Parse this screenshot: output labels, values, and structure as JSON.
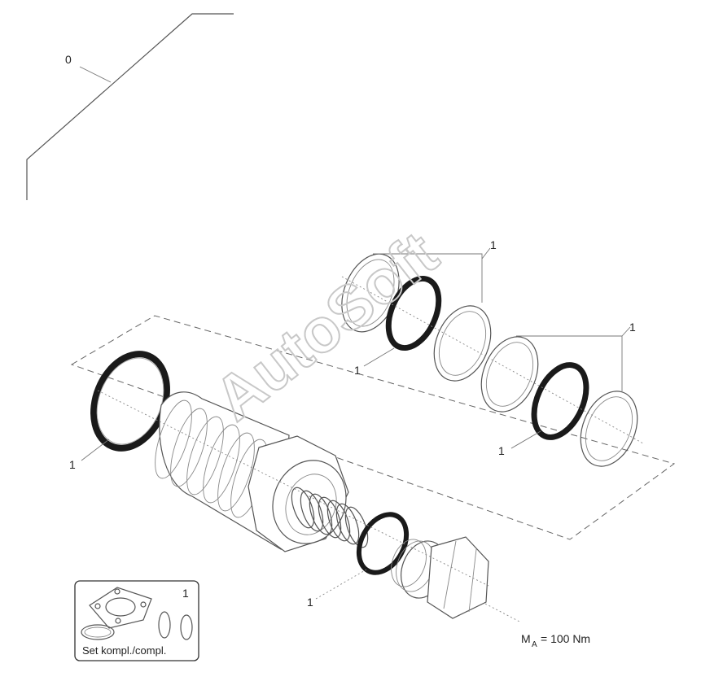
{
  "labels": {
    "assembly_ref": "0",
    "item_ref": "1",
    "torque_symbol": "M",
    "torque_subscript": "A",
    "torque_value": "= 100 Nm"
  },
  "kit_box": {
    "item_ref": "1",
    "caption": "Set kompl./compl."
  },
  "watermark": "AutoSoft",
  "colors": {
    "line": "#555555",
    "ring_dark": "#1a1a1a",
    "watermark": "#c8c8c8"
  }
}
